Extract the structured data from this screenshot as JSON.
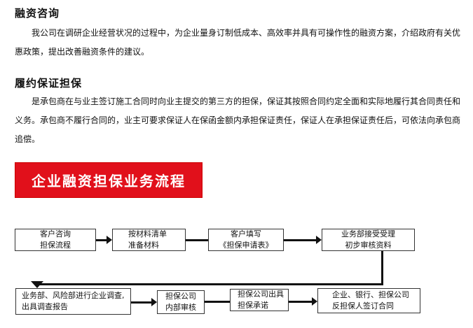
{
  "sections": [
    {
      "title": "融资咨询",
      "body": "我公司在调研企业经营状况的过程中，为企业量身订制低成本、高效率并具有可操作性的融资方案，介绍政府有关优惠政策，提出改善融资条件的建议。"
    },
    {
      "title": "履约保证担保",
      "body": "是承包商在与业主签订施工合同时向业主提交的第三方的担保，保证其按照合同约定全面和实际地履行其合同责任和义务。承包商不履行合同的，业主可要求保证人在保函金额内承担保证责任，保证人在承担保证责任后，可依法向承包商追偿。"
    }
  ],
  "banner": "企业融资担保业务流程",
  "flow": [
    {
      "l1": "客户咨询",
      "l2": "担保流程"
    },
    {
      "l1": "按材料清单",
      "l2": "准备材料"
    },
    {
      "l1": "客户填写",
      "l2": "《担保申请表》"
    },
    {
      "l1": "业务部接受受理",
      "l2": "初步审核资料"
    },
    {
      "l1": "业务部、风险部进行企业调查,",
      "l2": "出具调查报告"
    },
    {
      "l1": "担保公司",
      "l2": "内部审核"
    },
    {
      "l1": "担保公司出具",
      "l2": "担保承诺"
    },
    {
      "l1": "企业、银行、担保公司",
      "l2": "反担保人签订合同"
    }
  ]
}
